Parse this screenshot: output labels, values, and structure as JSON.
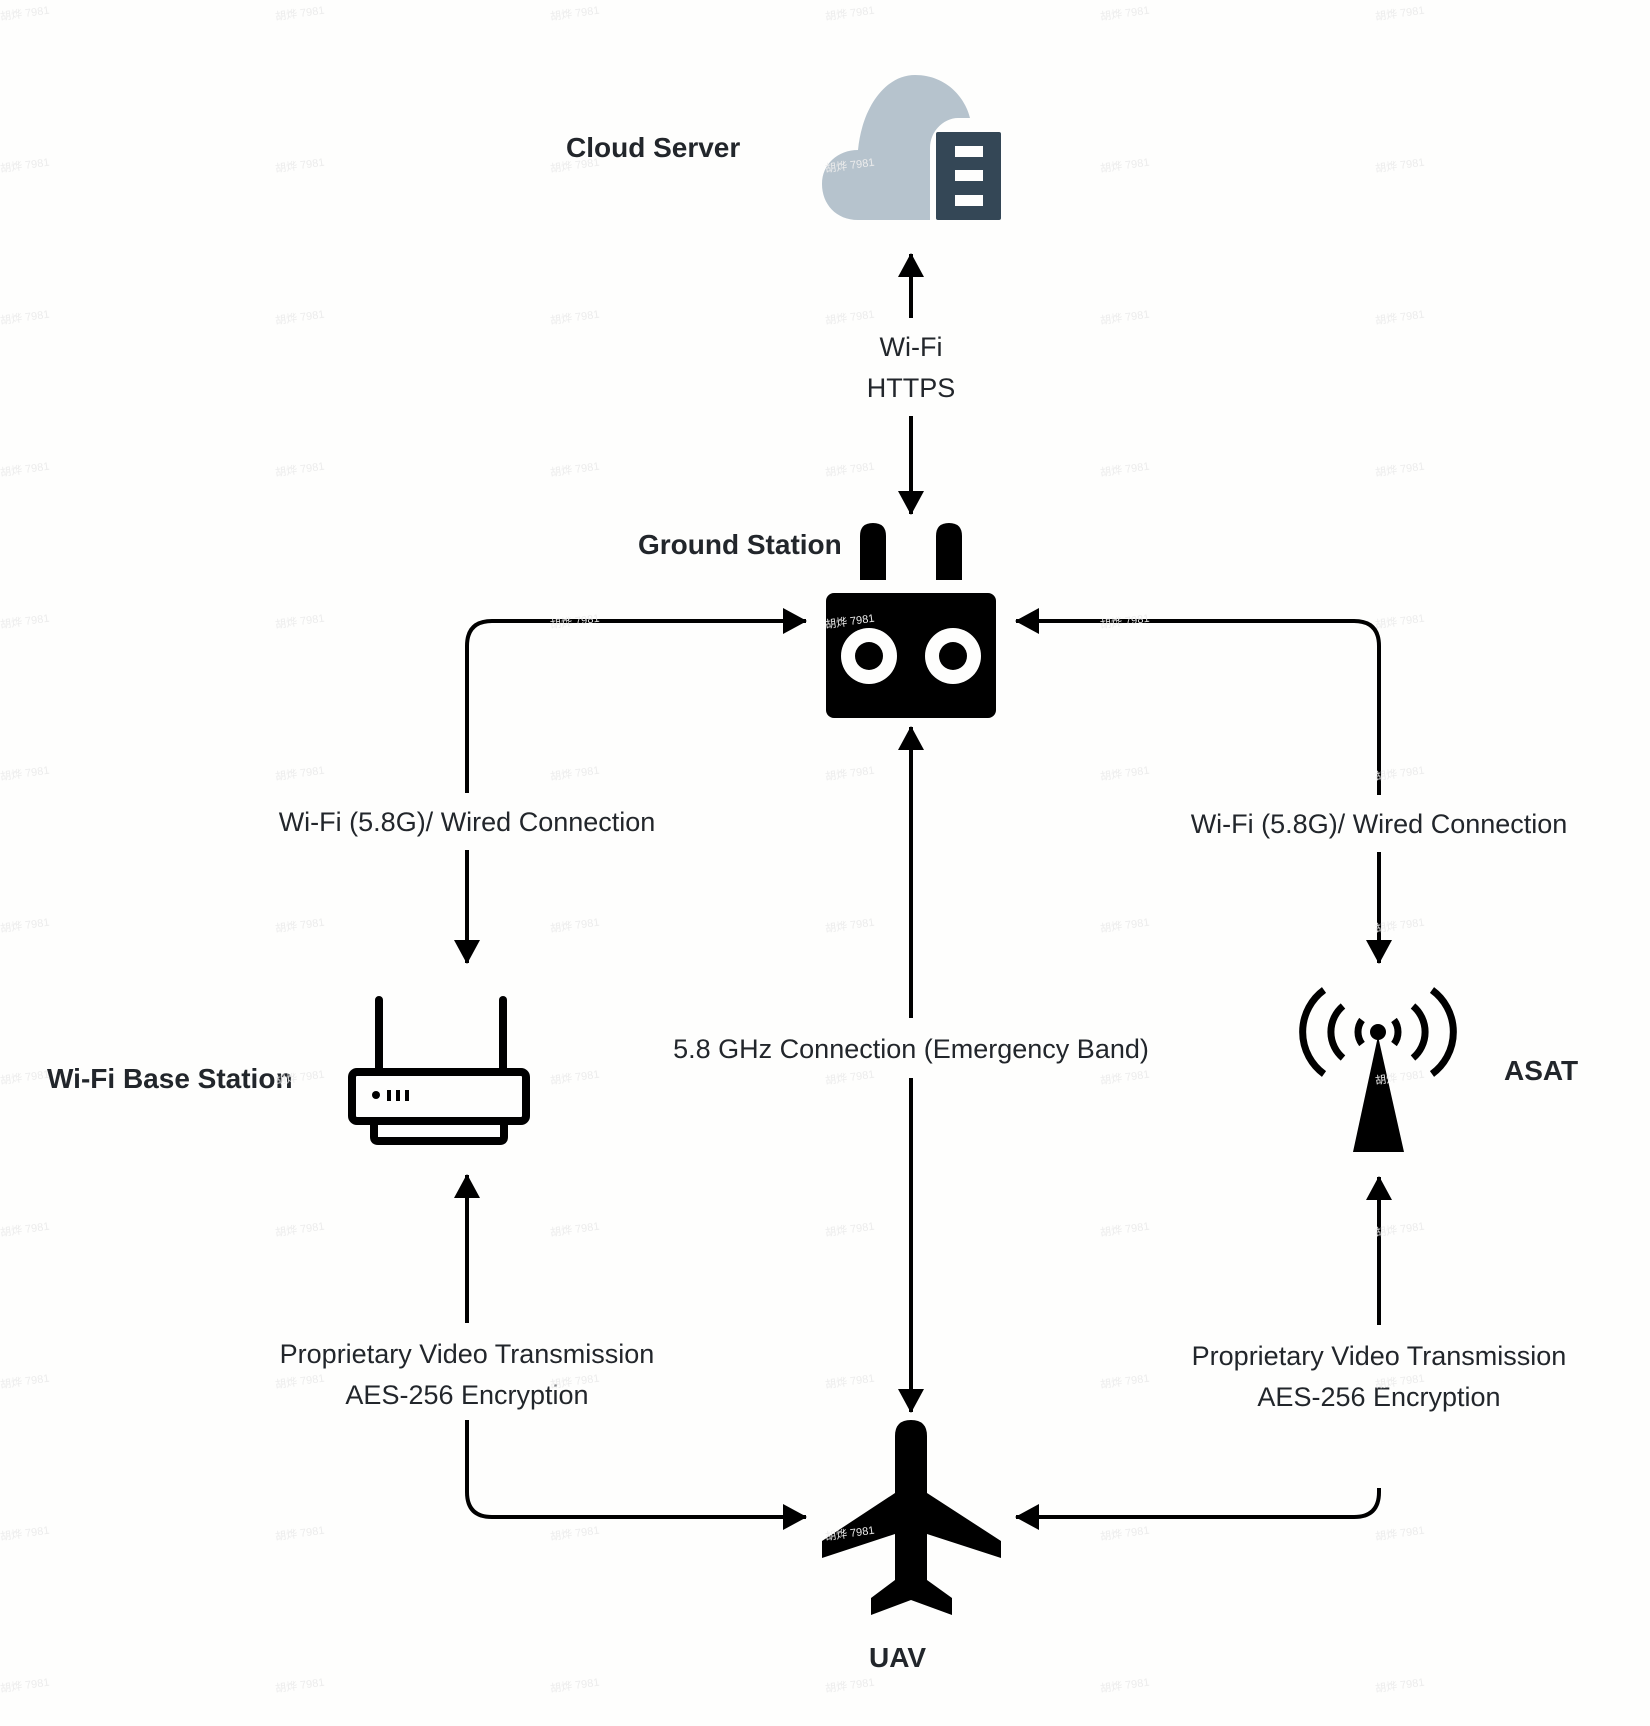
{
  "diagram": {
    "nodes": {
      "cloud_server": {
        "label": "Cloud Server",
        "icon": "cloud-server-icon",
        "cloud_color": "#b6c3cd",
        "server_color": "#344756"
      },
      "ground_station": {
        "label": "Ground Station",
        "icon": "ground-station-controller-icon",
        "color": "#000000"
      },
      "wifi_base_station": {
        "label": "Wi-Fi Base Station",
        "icon": "router-icon",
        "color": "#000000"
      },
      "asat": {
        "label": "ASAT",
        "icon": "radio-tower-icon",
        "color": "#000000"
      },
      "uav": {
        "label": "UAV",
        "icon": "airplane-icon",
        "color": "#000000"
      }
    },
    "edges": [
      {
        "id": "cloud-ground",
        "from": "Ground Station",
        "to": "Cloud Server",
        "direction": "bidirectional",
        "label_lines": [
          "Wi-Fi",
          "HTTPS"
        ]
      },
      {
        "id": "ground-wifi",
        "from": "Ground Station",
        "to": "Wi-Fi Base Station",
        "direction": "bidirectional",
        "label_lines": [
          "Wi-Fi (5.8G)/ Wired Connection"
        ]
      },
      {
        "id": "ground-asat",
        "from": "Ground Station",
        "to": "ASAT",
        "direction": "bidirectional",
        "label_lines": [
          "Wi-Fi (5.8G)/ Wired Connection"
        ]
      },
      {
        "id": "ground-uav",
        "from": "Ground Station",
        "to": "UAV",
        "direction": "bidirectional",
        "label_lines": [
          "5.8 GHz Connection (Emergency Band)"
        ]
      },
      {
        "id": "wifi-uav",
        "from": "Wi-Fi Base Station",
        "to": "UAV",
        "direction": "bidirectional",
        "label_lines": [
          "Proprietary Video Transmission",
          "AES-256 Encryption"
        ]
      },
      {
        "id": "asat-uav",
        "from": "ASAT",
        "to": "UAV",
        "direction": "bidirectional",
        "label_lines": [
          "Proprietary Video Transmission",
          "AES-256 Encryption"
        ]
      }
    ],
    "line_color": "#000000",
    "background": "#fefefd"
  },
  "watermark": "胡烨 7981"
}
